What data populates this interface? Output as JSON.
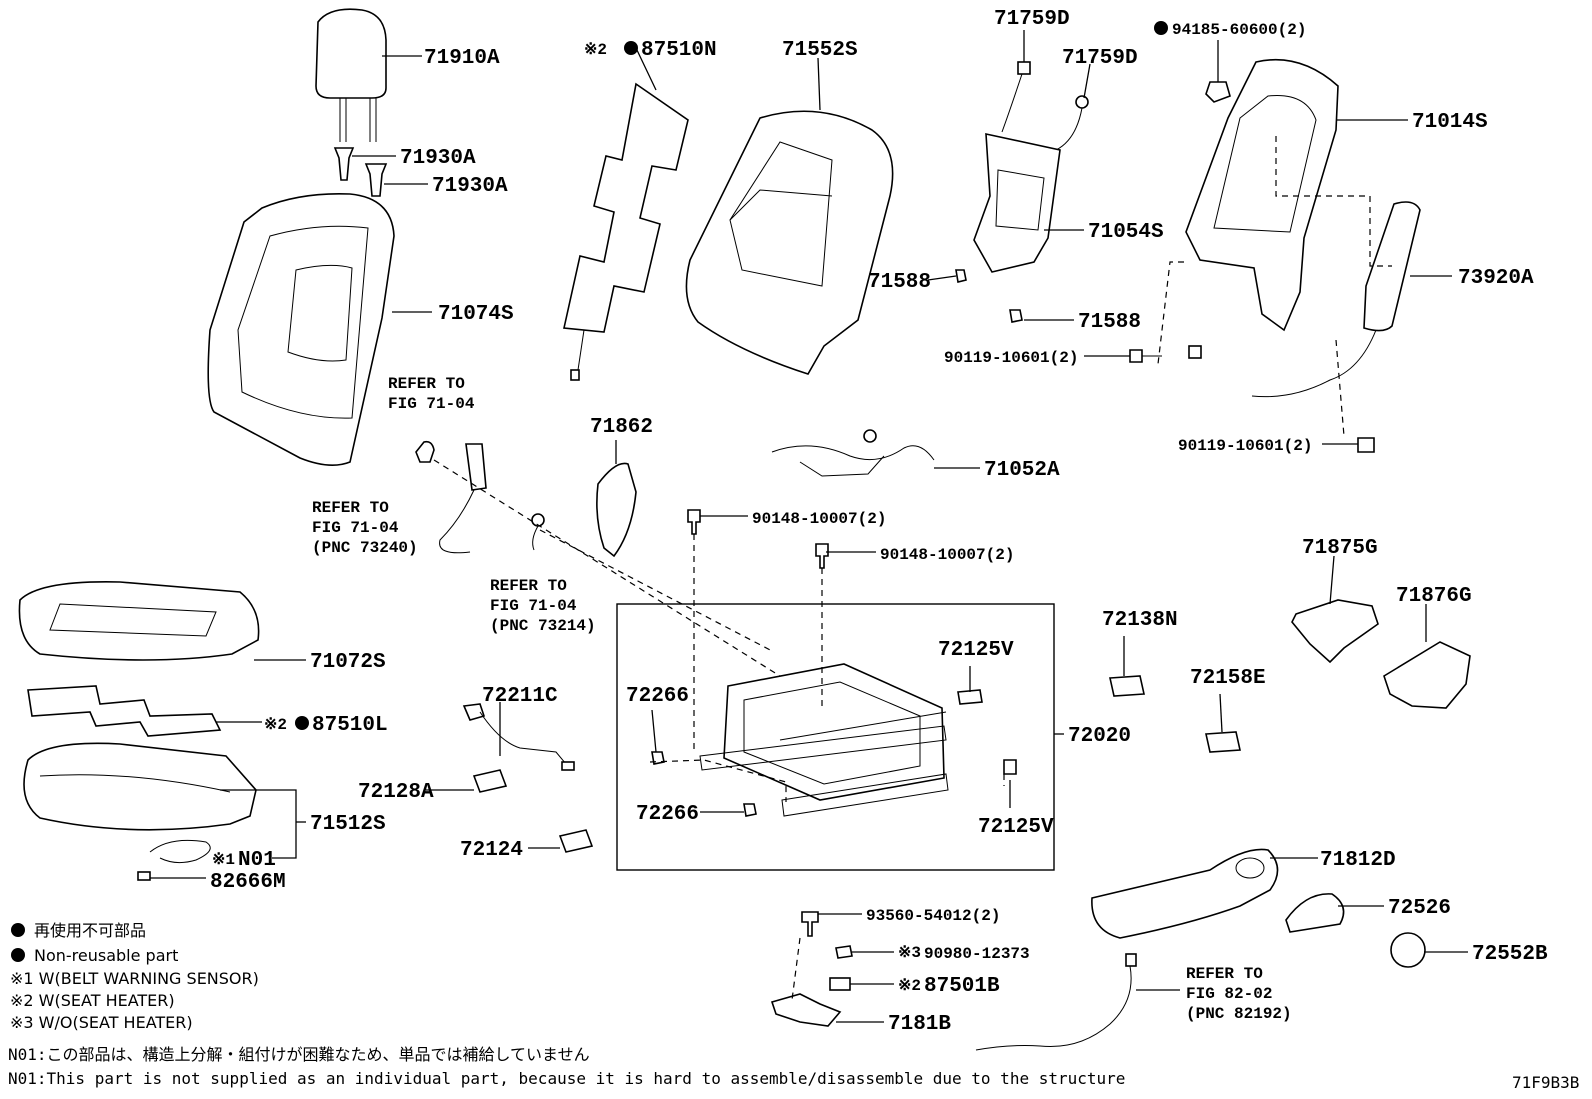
{
  "parts": {
    "p71910A": "71910A",
    "p71930A_1": "71930A",
    "p71930A_2": "71930A",
    "p71074S": "71074S",
    "p87510N_prefix": "※2",
    "p87510N": "87510N",
    "p71552S": "71552S",
    "p71759D_1": "71759D",
    "p71759D_2": "71759D",
    "p71054S": "71054S",
    "p71588_1": "71588",
    "p71588_2": "71588",
    "p94185": "94185-60600(2)",
    "p71014S": "71014S",
    "p73920A": "73920A",
    "p90119_1": "90119-10601(2)",
    "p90119_2": "90119-10601(2)",
    "p71862": "71862",
    "p71052A": "71052A",
    "p90148_1": "90148-10007(2)",
    "p90148_2": "90148-10007(2)",
    "p71072S": "71072S",
    "p87510L_prefix": "※2",
    "p87510L": "87510L",
    "p71512S": "71512S",
    "pN01_prefix": "※1",
    "pN01": "N01",
    "p82666M": "82666M",
    "p72211C": "72211C",
    "p72128A": "72128A",
    "p72124": "72124",
    "p72266_1": "72266",
    "p72266_2": "72266",
    "p72125V_1": "72125V",
    "p72125V_2": "72125V",
    "p72020": "72020",
    "p72138N": "72138N",
    "p72158E": "72158E",
    "p71875G": "71875G",
    "p71876G": "71876G",
    "p71812D": "71812D",
    "p72526": "72526",
    "p72552B": "72552B",
    "p93560": "93560-54012(2)",
    "p90980_prefix": "※3",
    "p90980": "90980-12373",
    "p87501B_prefix": "※2",
    "p87501B": "87501B",
    "p7181B": "7181B"
  },
  "refs": {
    "r1_l1": "REFER TO",
    "r1_l2": "FIG 71-04",
    "r2_l1": "REFER TO",
    "r2_l2": "FIG 71-04",
    "r2_l3": "(PNC 73240)",
    "r3_l1": "REFER TO",
    "r3_l2": "FIG 71-04",
    "r3_l3": "(PNC 73214)",
    "r4_l1": "REFER TO",
    "r4_l2": "FIG 82-02",
    "r4_l3": "(PNC 82192)"
  },
  "legend": {
    "non_reusable_jp": "再使用不可部品",
    "non_reusable_en": "Non-reusable part",
    "note1": "※1  W(BELT WARNING SENSOR)",
    "note2": "※2  W(SEAT HEATER)",
    "note3": "※3  W/O(SEAT HEATER)"
  },
  "footnotes": {
    "n01_jp": "N01:この部品は、構造上分解・組付けが困難なため、単品では補給していません",
    "n01_en": "N01:This part is not supplied as an individual part, because it is hard to assemble/disassemble due to the structure"
  },
  "figure_id": "71F9B3B",
  "colors": {
    "ink": "#000000",
    "paper": "#ffffff"
  }
}
